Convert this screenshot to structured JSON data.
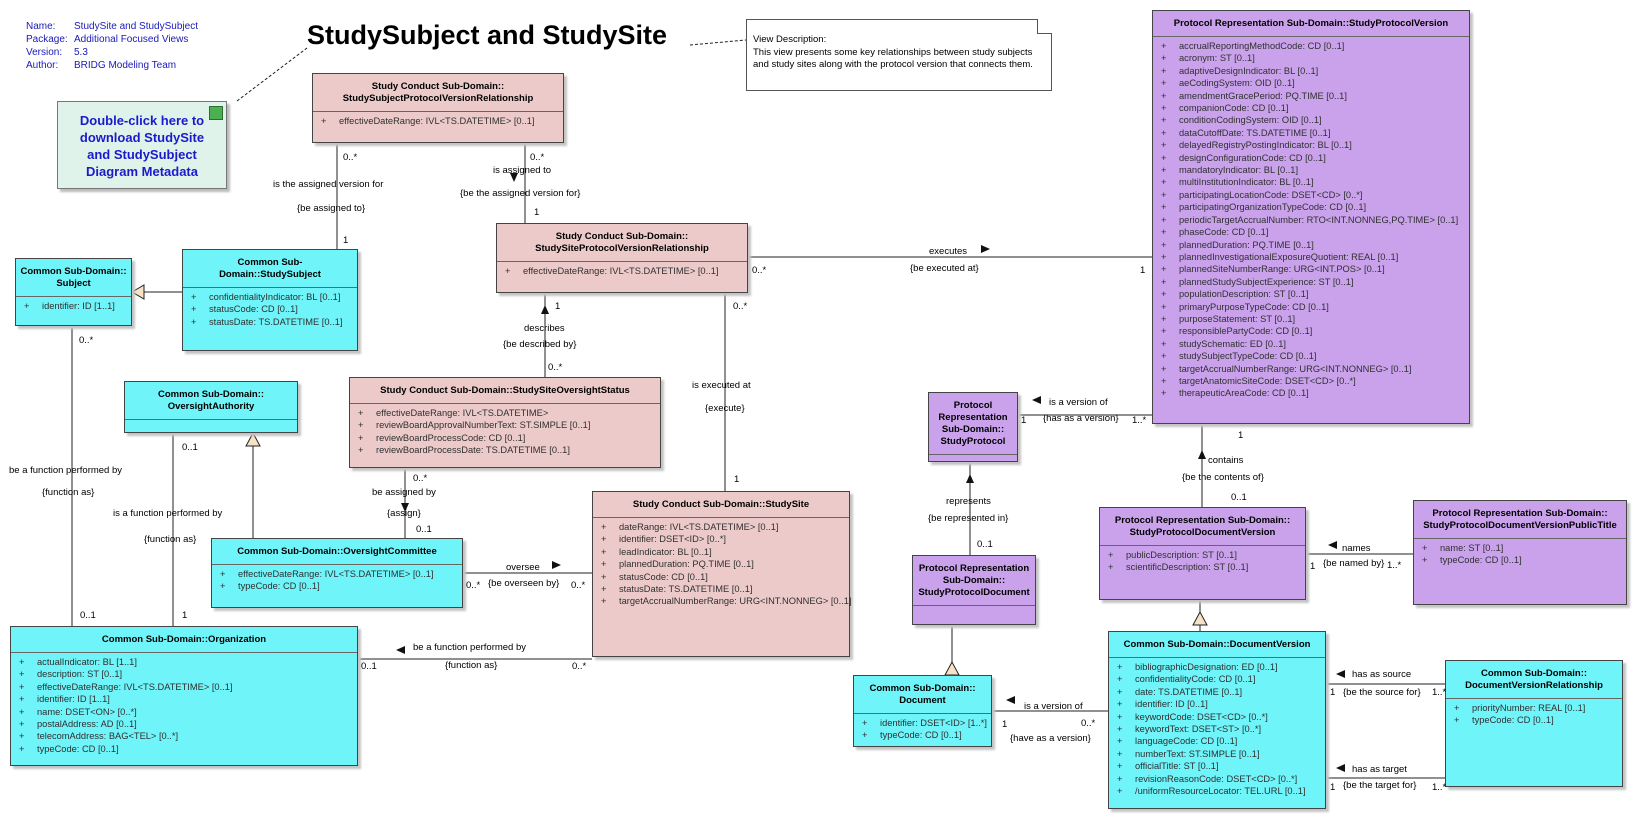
{
  "meta": {
    "name_label": "Name:",
    "name_value": "StudySite and StudySubject",
    "package_label": "Package:",
    "package_value": "Additional Focused Views",
    "version_label": "Version:",
    "version_value": "5.3",
    "author_label": "Author:",
    "author_value": "BRIDG Modeling Team"
  },
  "title": "StudySubject and StudySite",
  "view_note": {
    "heading": "View Description:",
    "text": "This view presents some key relationships between study subjects and study sites along with the protocol version that connects them."
  },
  "download_note": "Double-click here to download StudySite and StudySubject Diagram Metadata",
  "classes": {
    "sspvr": {
      "name": "Study Conduct Sub-Domain:: StudySubjectProtocolVersionRelationship",
      "attributes": [
        "effectiveDateRange: IVL<TS.DATETIME> [0..1]"
      ]
    },
    "sitepvr": {
      "name": "Study Conduct Sub-Domain:: StudySiteProtocolVersionRelationship",
      "attributes": [
        "effectiveDateRange: IVL<TS.DATETIME> [0..1]"
      ]
    },
    "subject": {
      "name": "Common Sub-Domain:: Subject",
      "attributes": [
        "identifier: ID [1..1]"
      ]
    },
    "studysubject": {
      "name": "Common Sub-Domain::StudySubject",
      "attributes": [
        "confidentialityIndicator: BL [0..1]",
        "statusCode: CD [0..1]",
        "statusDate: TS.DATETIME [0..1]"
      ]
    },
    "oversightauthority": {
      "name": "Common Sub-Domain:: OversightAuthority",
      "attributes": []
    },
    "oversightstatus": {
      "name": "Study Conduct Sub-Domain::StudySiteOversightStatus",
      "attributes": [
        "effectiveDateRange: IVL<TS.DATETIME>",
        "reviewBoardApprovalNumberText: ST.SIMPLE [0..1]",
        "reviewBoardProcessCode: CD [0..1]",
        "reviewBoardProcessDate: TS.DATETIME [0..1]"
      ]
    },
    "committee": {
      "name": "Common Sub-Domain::OversightCommittee",
      "attributes": [
        "effectiveDateRange: IVL<TS.DATETIME> [0..1]",
        "typeCode: CD [0..1]"
      ]
    },
    "studysite": {
      "name": "Study Conduct Sub-Domain::StudySite",
      "attributes": [
        "dateRange: IVL<TS.DATETIME> [0..1]",
        "identifier: DSET<ID> [0..*]",
        "leadIndicator: BL [0..1]",
        "plannedDuration: PQ.TIME [0..1]",
        "statusCode: CD [0..1]",
        "statusDate: TS.DATETIME [0..1]",
        "targetAccrualNumberRange: URG<INT.NONNEG> [0..1]"
      ]
    },
    "organization": {
      "name": "Common Sub-Domain::Organization",
      "attributes": [
        "actualIndicator: BL [1..1]",
        "description: ST [0..1]",
        "effectiveDateRange: IVL<TS.DATETIME> [0..1]",
        "identifier: ID [1..1]",
        "name: DSET<ON> [0..*]",
        "postalAddress: AD [0..1]",
        "telecomAddress: BAG<TEL> [0..*]",
        "typeCode: CD [0..1]"
      ]
    },
    "spv": {
      "name": "Protocol Representation Sub-Domain::StudyProtocolVersion",
      "attributes": [
        "accrualReportingMethodCode: CD [0..1]",
        "acronym: ST [0..1]",
        "adaptiveDesignIndicator: BL [0..1]",
        "aeCodingSystem: OID [0..1]",
        "amendmentGracePeriod: PQ.TIME [0..1]",
        "companionCode: CD [0..1]",
        "conditionCodingSystem: OID [0..1]",
        "dataCutoffDate: TS.DATETIME [0..1]",
        "delayedRegistryPostingIndicator: BL [0..1]",
        "designConfigurationCode: CD [0..1]",
        "mandatoryIndicator: BL [0..1]",
        "multiInstitutionIndicator: BL [0..1]",
        "participatingLocationCode: DSET<CD> [0..*]",
        "participatingOrganizationTypeCode: CD [0..1]",
        "periodicTargetAccrualNumber: RTO<INT.NONNEG,PQ.TIME> [0..1]",
        "phaseCode: CD [0..1]",
        "plannedDuration: PQ.TIME [0..1]",
        "plannedInvestigationalExposureQuotient: REAL [0..1]",
        "plannedSiteNumberRange: URG<INT.POS> [0..1]",
        "plannedStudySubjectExperience: ST [0..1]",
        "populationDescription: ST [0..1]",
        "primaryPurposeTypeCode: CD [0..1]",
        "purposeStatement: ST [0..1]",
        "responsiblePartyCode: CD [0..1]",
        "studySchematic: ED [0..1]",
        "studySubjectTypeCode: CD [0..1]",
        "targetAccrualNumberRange: URG<INT.NONNEG> [0..1]",
        "targetAnatomicSiteCode: DSET<CD> [0..*]",
        "therapeuticAreaCode: CD [0..1]"
      ]
    },
    "studyprotocol": {
      "name": "Protocol Representation Sub-Domain:: StudyProtocol",
      "attributes": []
    },
    "spd": {
      "name": "Protocol Representation Sub-Domain:: StudyProtocolDocument",
      "attributes": []
    },
    "spdv": {
      "name": "Protocol Representation Sub-Domain:: StudyProtocolDocumentVersion",
      "attributes": [
        "publicDescription: ST [0..1]",
        "scientificDescription: ST [0..1]"
      ]
    },
    "spdvpt": {
      "name": "Protocol Representation Sub-Domain:: StudyProtocolDocumentVersionPublicTitle",
      "attributes": [
        "name: ST [0..1]",
        "typeCode: CD [0..1]"
      ]
    },
    "document": {
      "name": "Common Sub-Domain:: Document",
      "attributes": [
        "identifier: DSET<ID> [1..*]",
        "typeCode: CD [0..1]"
      ]
    },
    "docversion": {
      "name": "Common Sub-Domain::DocumentVersion",
      "attributes": [
        "bibliographicDesignation: ED [0..1]",
        "confidentialityCode: CD [0..1]",
        "date: TS.DATETIME [0..1]",
        "identifier: ID [0..1]",
        "keywordCode: DSET<CD> [0..*]",
        "keywordText: DSET<ST> [0..*]",
        "languageCode: CD [0..1]",
        "numberText: ST.SIMPLE [0..1]",
        "officialTitle: ST [0..1]",
        "revisionReasonCode: DSET<CD> [0..*]",
        "/uniformResourceLocator: TEL.URL [0..1]"
      ]
    },
    "dvr": {
      "name": "Common Sub-Domain:: DocumentVersionRelationship",
      "attributes": [
        "priorityNumber: REAL [0..1]",
        "typeCode: CD [0..1]"
      ]
    }
  },
  "labels": [
    "0..*",
    "is the assigned version for",
    "{be assigned to}",
    "1",
    "0..*",
    "is assigned to",
    "{be the assigned version for}",
    "1",
    "executes",
    "0..*",
    "{be executed at}",
    "1",
    "1",
    "describes",
    "{be described by}",
    "0..*",
    "0..*",
    "is executed at",
    "{execute}",
    "1",
    "0..*",
    "be a function performed by",
    "{function as}",
    "0..1",
    "0..1",
    "is a function performed by",
    "{function as}",
    "1",
    "0..*",
    "be assigned by",
    "{assign}",
    "0..1",
    "oversee",
    "0..*",
    "{be overseen by}",
    "0..*",
    "be a function performed by",
    "0..1",
    "{function as}",
    "0..*",
    "is a version of",
    "1",
    "{has as a version}",
    "1..*",
    "represents",
    "{be represented in}",
    "0..1",
    "1",
    "contains",
    "{be the contents of}",
    "0..1",
    "names",
    "1",
    "{be named by}",
    "1..*",
    "is a version of",
    "1",
    "{have as a version}",
    "0..*",
    "has as source",
    "1",
    "{be the source for}",
    "1..*",
    "has as target",
    "1",
    "{be the target for}",
    "1..*"
  ]
}
